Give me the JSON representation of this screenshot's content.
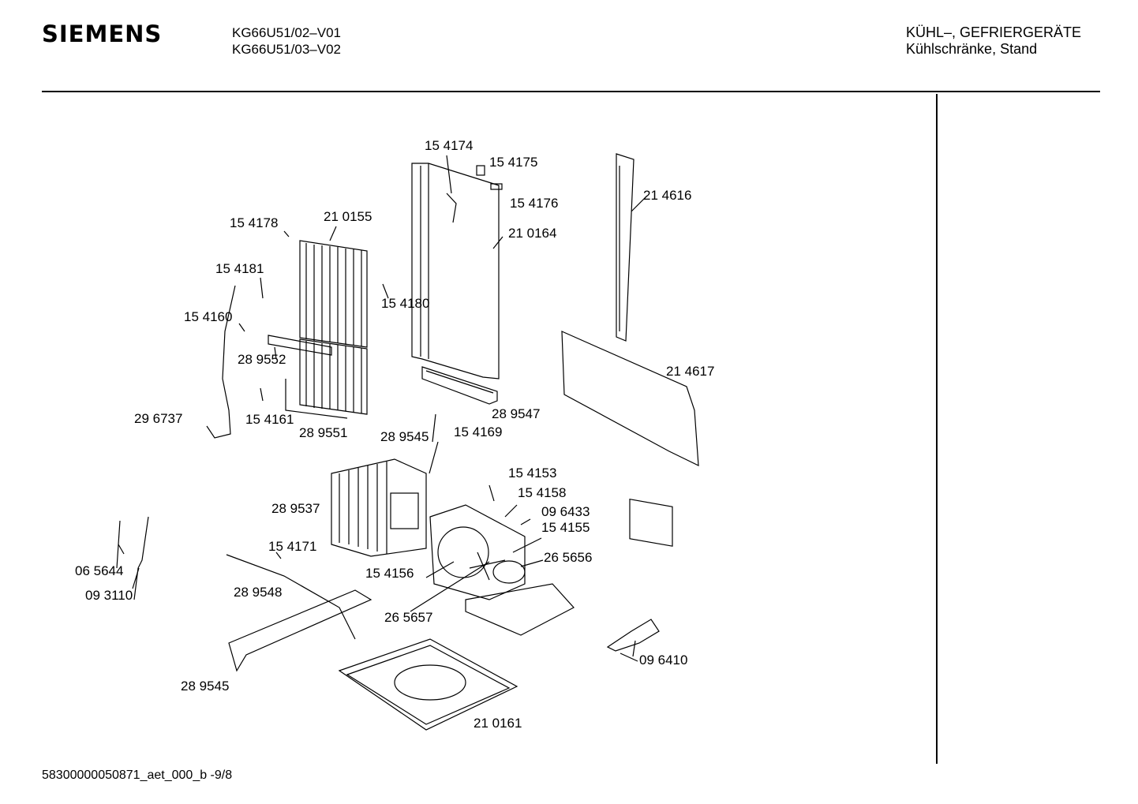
{
  "header": {
    "brand": "SIEMENS",
    "models": [
      "KG66U51/02–V01",
      "KG66U51/03–V02"
    ],
    "category": "KÜHL–, GEFRIERGERÄTE",
    "subcategory": "Kühlschränke, Stand"
  },
  "footer": {
    "document_id": "58300000050871_aet_000_b -9/8"
  },
  "parts": [
    {
      "id": "p-154174",
      "label": "15 4174"
    },
    {
      "id": "p-154175",
      "label": "15 4175"
    },
    {
      "id": "p-154176",
      "label": "15 4176"
    },
    {
      "id": "p-214616",
      "label": "21 4616"
    },
    {
      "id": "p-154178",
      "label": "15 4178"
    },
    {
      "id": "p-210155",
      "label": "21 0155"
    },
    {
      "id": "p-210164",
      "label": "21 0164"
    },
    {
      "id": "p-154181",
      "label": "15 4181"
    },
    {
      "id": "p-154180",
      "label": "15 4180"
    },
    {
      "id": "p-154160",
      "label": "15 4160"
    },
    {
      "id": "p-289552",
      "label": "28 9552"
    },
    {
      "id": "p-214617",
      "label": "21 4617"
    },
    {
      "id": "p-296737",
      "label": "29 6737"
    },
    {
      "id": "p-154161",
      "label": "15 4161"
    },
    {
      "id": "p-289551",
      "label": "28 9551"
    },
    {
      "id": "p-289547",
      "label": "28 9547"
    },
    {
      "id": "p-289545a",
      "label": "28 9545"
    },
    {
      "id": "p-154169",
      "label": "15 4169"
    },
    {
      "id": "p-154153",
      "label": "15 4153"
    },
    {
      "id": "p-289537",
      "label": "28 9537"
    },
    {
      "id": "p-154158",
      "label": "15 4158"
    },
    {
      "id": "p-096433",
      "label": "09 6433"
    },
    {
      "id": "p-154155",
      "label": "15 4155"
    },
    {
      "id": "p-154171",
      "label": "15 4171"
    },
    {
      "id": "p-265656",
      "label": "26 5656"
    },
    {
      "id": "p-065644",
      "label": "06 5644"
    },
    {
      "id": "p-154156",
      "label": "15 4156"
    },
    {
      "id": "p-093110",
      "label": "09 3110"
    },
    {
      "id": "p-289548",
      "label": "28 9548"
    },
    {
      "id": "p-265657",
      "label": "26 5657"
    },
    {
      "id": "p-096410",
      "label": "09 6410"
    },
    {
      "id": "p-289545b",
      "label": "28 9545"
    },
    {
      "id": "p-210161",
      "label": "21 0161"
    }
  ]
}
